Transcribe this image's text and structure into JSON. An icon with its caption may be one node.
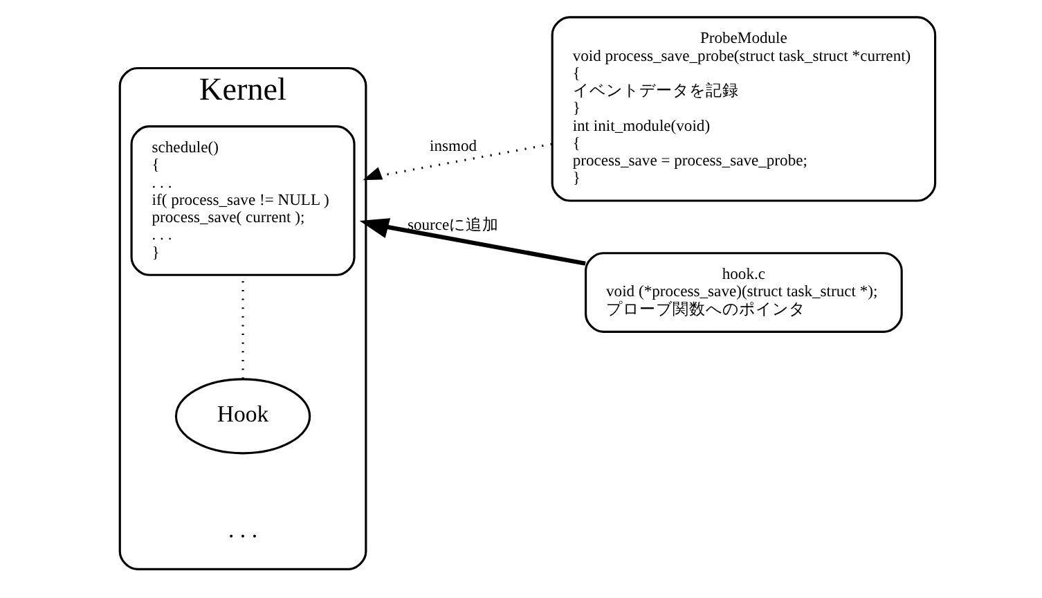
{
  "diagram": {
    "nodes": [
      {
        "text": [
          "Kernel"
        ]
      },
      {
        "text": [
          "schedule()",
          "{",
          ". . .",
          "if( process_save != NULL )",
          "process_save( current );",
          ". . .",
          "}"
        ],
        "in": 0
      },
      {
        "text": [
          "Hook"
        ],
        "in": 0
      },
      {
        "text": [
          "ProbeModule",
          "void process_save_probe(struct task_struct *current)",
          "{",
          "イベントデータを記録",
          "}",
          "int init_module(void)",
          "{",
          "process_save = process_save_probe;",
          "}"
        ]
      },
      {
        "text": [
          "hook.c",
          "void (*process_save)(struct task_struct *);",
          "プローブ関数へのポインタ"
        ]
      }
    ],
    "edges": [
      {
        "from": 2,
        "to": 1,
        "arrow": "none",
        "style": "dashed"
      },
      {
        "from": 3,
        "to": 0,
        "arrow": "to",
        "label": "insmod",
        "style": "dashed"
      },
      {
        "from": 4,
        "to": 0,
        "arrow": "to",
        "label": "sourceに追加",
        "style": "thick"
      }
    ],
    "labels": [
      ". . ."
    ]
  }
}
